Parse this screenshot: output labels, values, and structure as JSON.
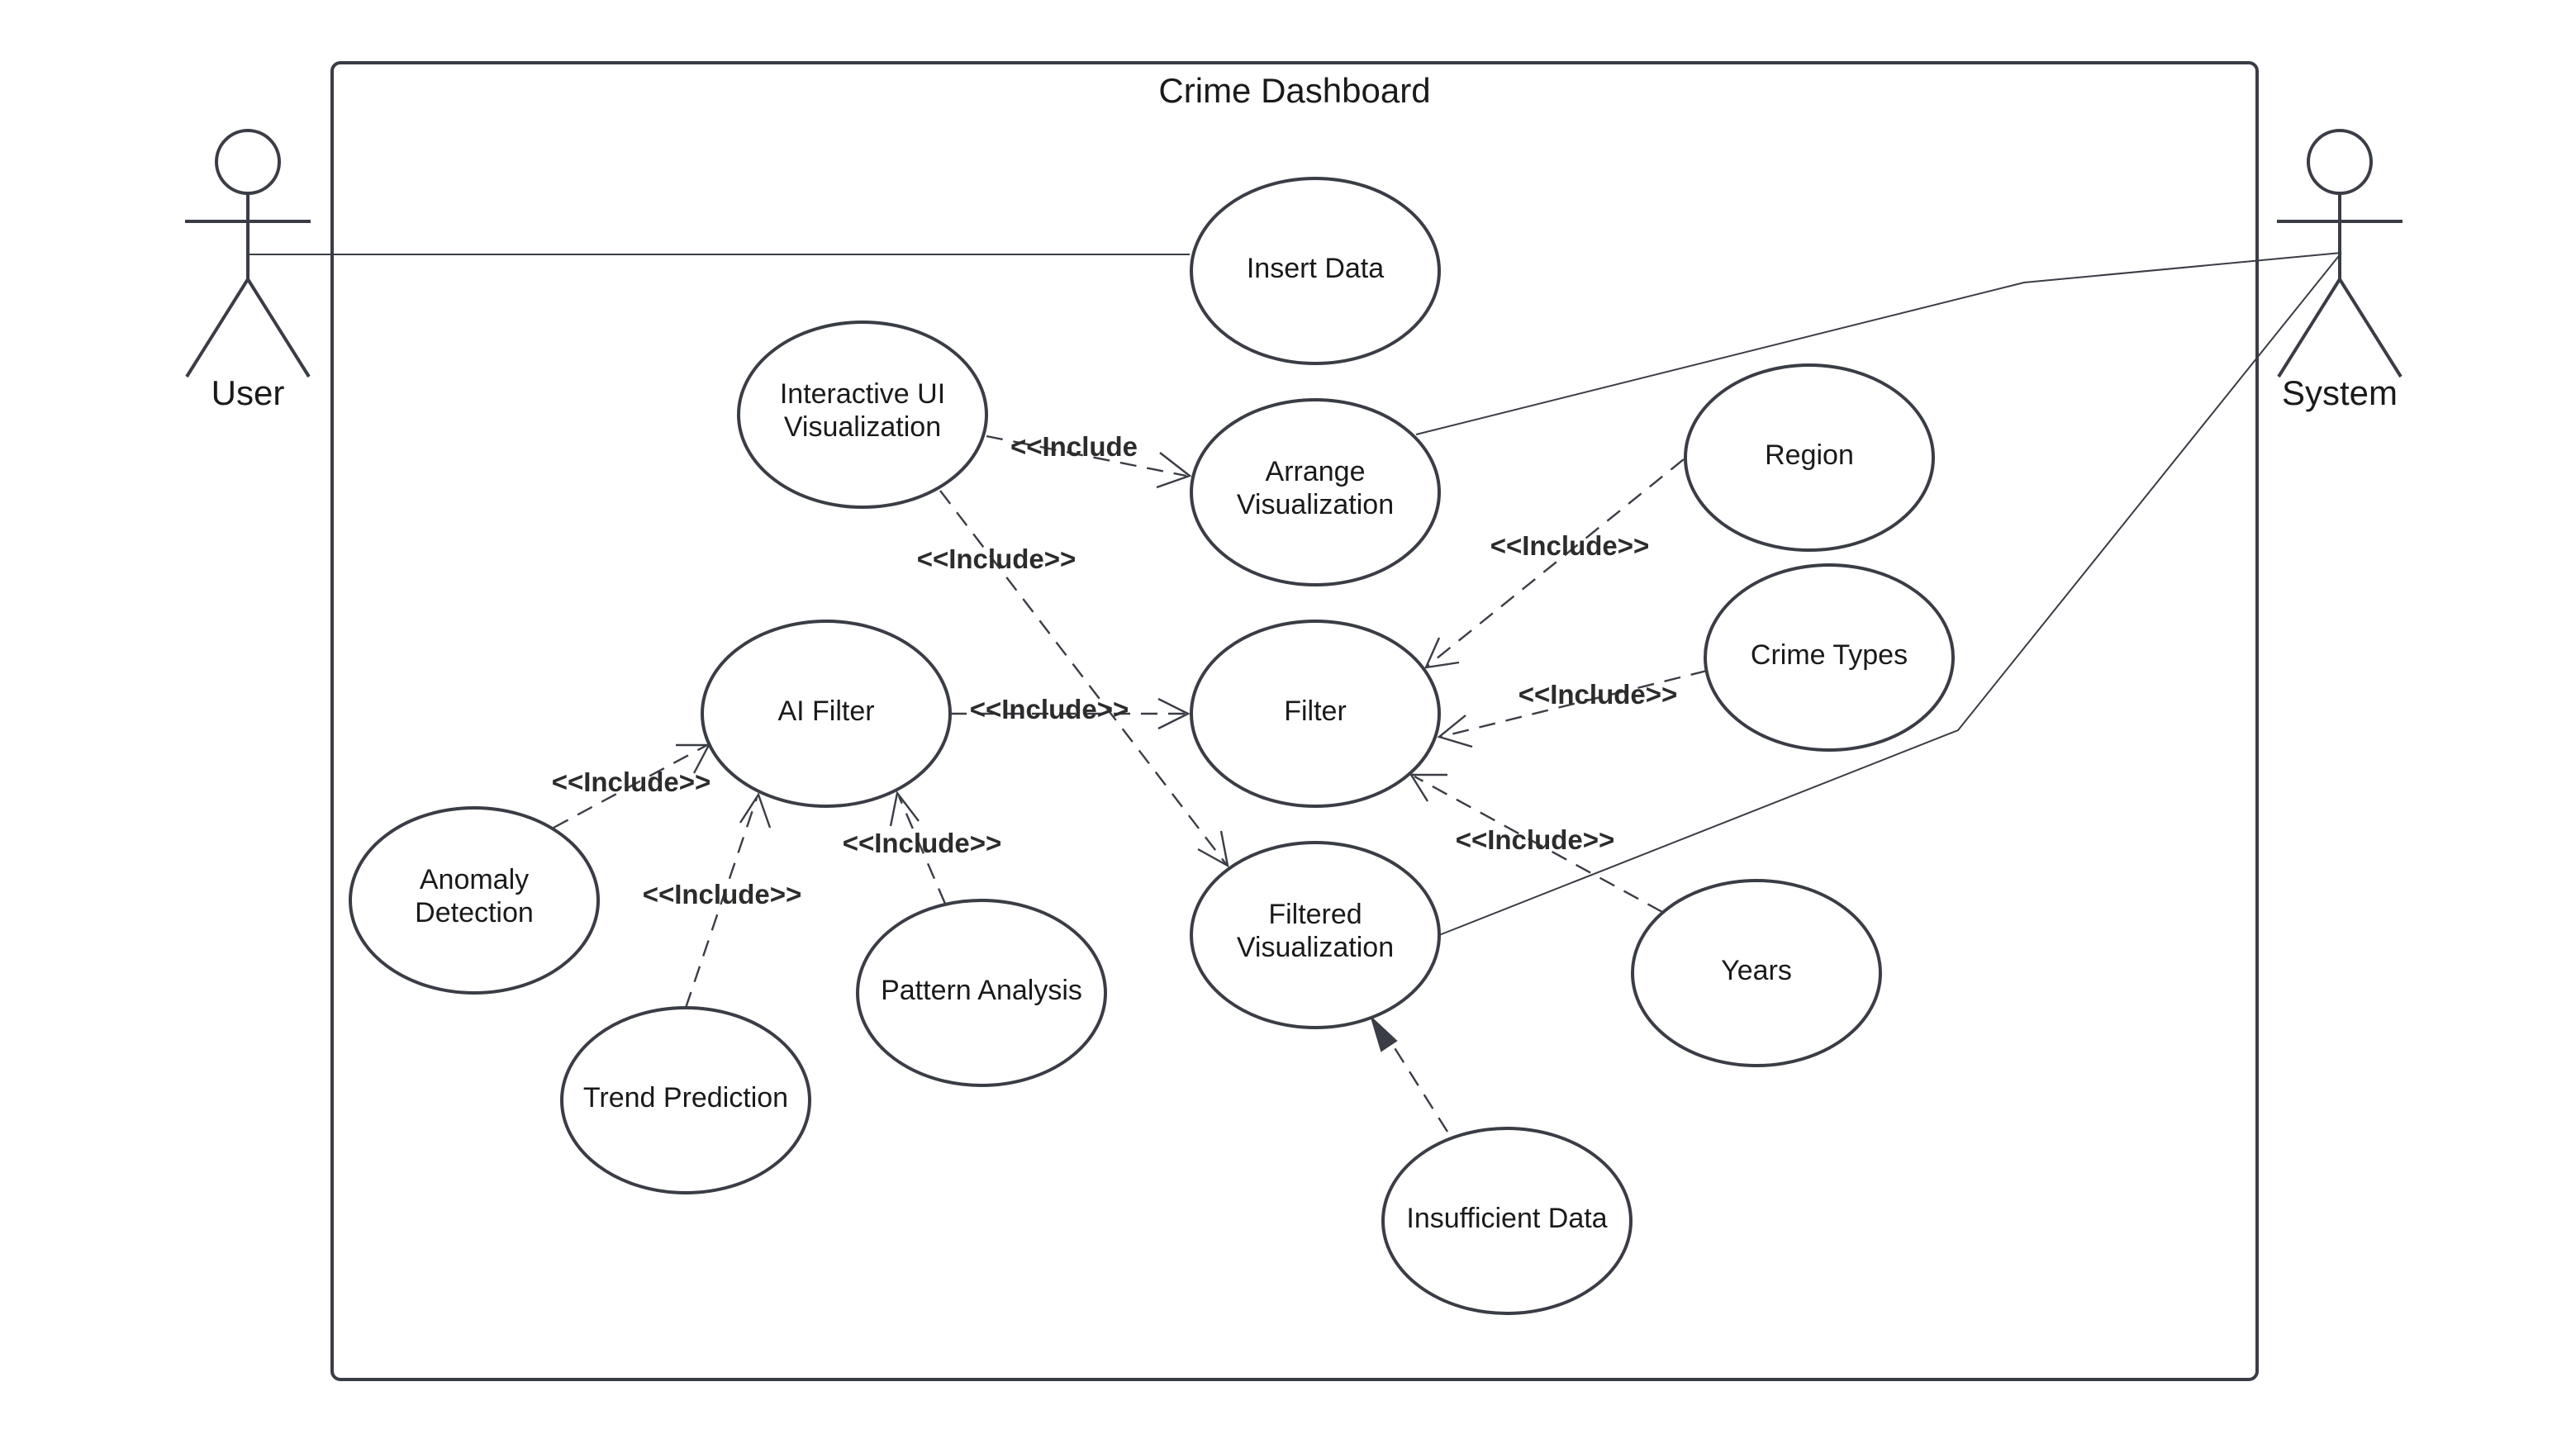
{
  "system": {
    "title": "Crime Dashboard"
  },
  "actors": {
    "user": "User",
    "system": "System"
  },
  "use_cases": {
    "insert_data": [
      "Insert Data"
    ],
    "interactive_ui": [
      "Interactive UI",
      "Visualization"
    ],
    "arrange_visualization": [
      "Arrange",
      "Visualization"
    ],
    "region": [
      "Region"
    ],
    "ai_filter": [
      "AI Filter"
    ],
    "filter": [
      "Filter"
    ],
    "crime_types": [
      "Crime Types"
    ],
    "anomaly_detection": [
      "Anomaly",
      "Detection"
    ],
    "pattern_analysis": [
      "Pattern Analysis"
    ],
    "trend_prediction": [
      "Trend Prediction"
    ],
    "filtered_visualization": [
      "Filtered",
      "Visualization"
    ],
    "years": [
      "Years"
    ],
    "insufficient_data": [
      "Insufficient Data"
    ]
  },
  "relations": {
    "ui_to_arrange": "<<Include",
    "ui_to_filtered": "<<Include>>",
    "region_to_filter": "<<Include>>",
    "crime_types_to_filter": "<<Include>>",
    "ai_filter_to_filter": "<<Include>>",
    "years_to_filter": "<<Include>>",
    "anomaly_to_ai_filter": "<<Include>>",
    "trend_to_ai_filter": "<<Include>>",
    "pattern_to_ai_filter": "<<Include>>"
  }
}
